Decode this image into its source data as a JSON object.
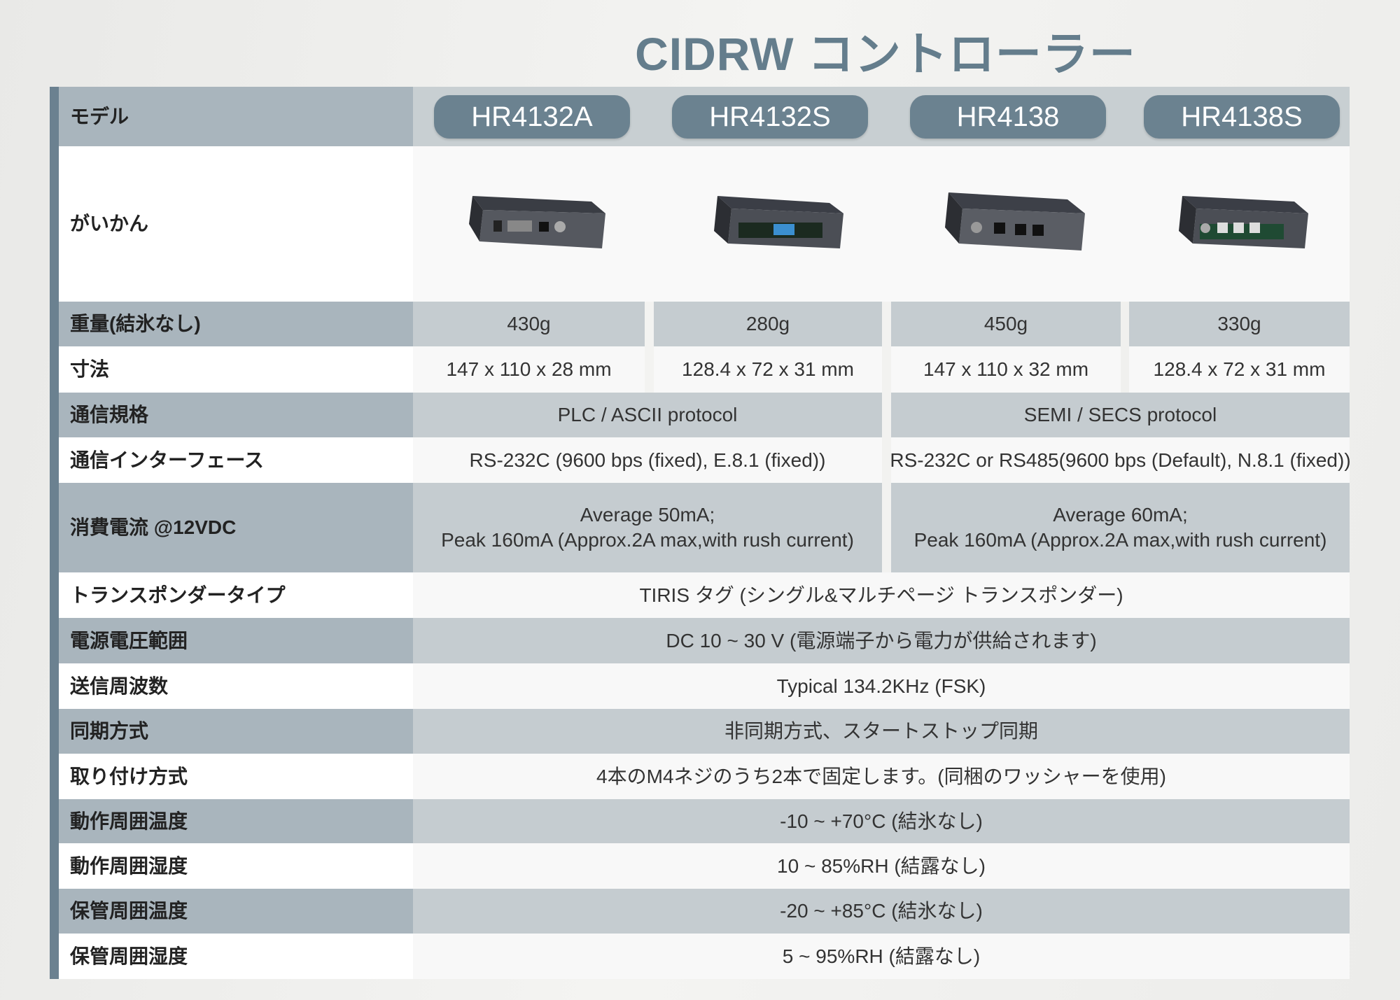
{
  "title": "CIDRW コントローラー",
  "labels": [
    "モデル",
    "がいかん",
    "重量(結氷なし)",
    "寸法",
    "通信規格",
    "通信インターフェース",
    "消費電流 @12VDC",
    "トランスポンダータイプ",
    "電源電圧範囲",
    "送信周波数",
    "同期方式",
    "取り付け方式",
    "動作周囲温度",
    "動作周囲湿度",
    "保管周囲温度",
    "保管周囲湿度"
  ],
  "models": [
    "HR4132A",
    "HR4132S",
    "HR4138",
    "HR4138S"
  ],
  "weights": [
    "430g",
    "280g",
    "450g",
    "330g"
  ],
  "dimensions": [
    "147 x 110 x 28 mm",
    "128.4 x 72 x 31 mm",
    "147 x 110 x 32 mm",
    "128.4 x 72 x 31 mm"
  ],
  "protocol": [
    "PLC / ASCII protocol",
    "SEMI / SECS protocol"
  ],
  "interface": [
    "RS-232C (9600 bps (fixed), E.8.1 (fixed))",
    "RS-232C or RS485(9600 bps (Default), N.8.1 (fixed))"
  ],
  "current": [
    {
      "l1": "Average 50mA;",
      "l2": "Peak 160mA (Approx.2A max,with rush current)"
    },
    {
      "l1": "Average 60mA;",
      "l2": "Peak 160mA (Approx.2A max,with rush current)"
    }
  ],
  "common": [
    "TIRIS タグ (シングル&マルチページ トランスポンダー)",
    "DC 10 ~ 30 V (電源端子から電力が供給されます)",
    "Typical 134.2KHz (FSK)",
    "非同期方式、スタートストップ同期",
    "4本のM4ネジのうち2本で固定します。(同梱のワッシャーを使用)",
    "-10 ~ +70°C (結氷なし)",
    "10 ~ 85%RH (結露なし)",
    "-20 ~ +85°C (結氷なし)",
    "5 ~ 95%RH (結露なし)"
  ]
}
